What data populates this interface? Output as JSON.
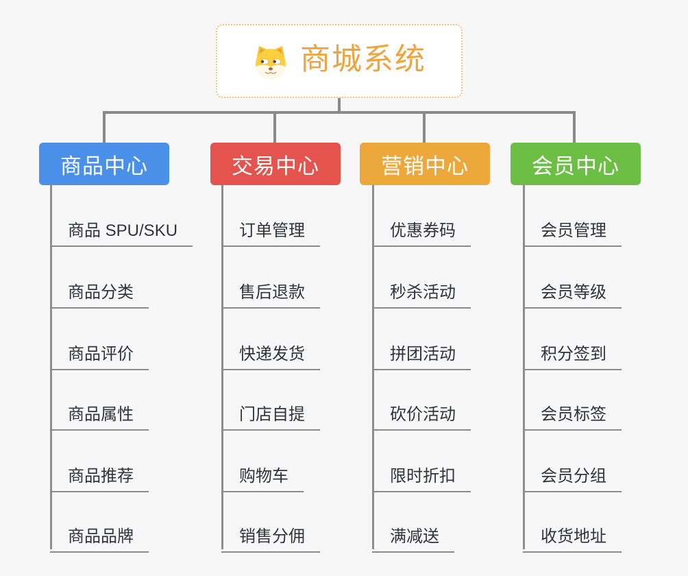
{
  "canvas": {
    "background": "#f7f7f7",
    "connector_color": "#8a8a8a",
    "leaf_underline_color": "#8a8a8a",
    "leaf_text_color": "#30333a"
  },
  "root": {
    "title": "商城系统",
    "text_color": "#f0a43e",
    "border_color": "#f2c578",
    "background": "#ffffff",
    "icon": "shiba-dog-icon"
  },
  "branches": [
    {
      "label": "商品中心",
      "color": "#4a90e8",
      "children": [
        "商品 SPU/SKU",
        "商品分类",
        "商品评价",
        "商品属性",
        "商品推荐",
        "商品品牌"
      ]
    },
    {
      "label": "交易中心",
      "color": "#e5534f",
      "children": [
        "订单管理",
        "售后退款",
        "快递发货",
        "门店自提",
        "购物车",
        "销售分佣"
      ]
    },
    {
      "label": "营销中心",
      "color": "#eca83b",
      "children": [
        "优惠券码",
        "秒杀活动",
        "拼团活动",
        "砍价活动",
        "限时折扣",
        "满减送"
      ]
    },
    {
      "label": "会员中心",
      "color": "#6dbe45",
      "children": [
        "会员管理",
        "会员等级",
        "积分签到",
        "会员标签",
        "会员分组",
        "收货地址"
      ]
    }
  ]
}
